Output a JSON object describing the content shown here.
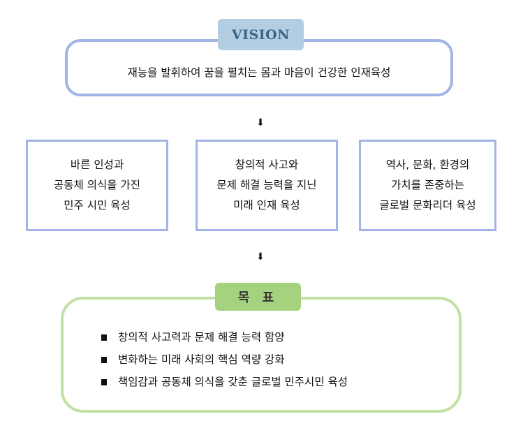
{
  "vision": {
    "label": "VISION",
    "text": "재능을 발휘하여 꿈을 펼치는 몸과 마음이 건강한 인재육성"
  },
  "arrow_glyph": "⬇",
  "aims": [
    {
      "lines": [
        "바른 인성과",
        "공동체 의식을 가진",
        "민주 시민 육성"
      ]
    },
    {
      "lines": [
        "창의적 사고와",
        "문제 해결 능력을 지닌",
        "미래 인재 육성"
      ]
    },
    {
      "lines": [
        "역사, 문화, 환경의",
        "가치를 존중하는",
        "글로벌 문화리더 육성"
      ]
    }
  ],
  "goals": {
    "label": "목 표",
    "items": [
      "창의적 사고력과 문제 해결 능력 함양",
      "변화하는 미래 사회의 핵심 역량 강화",
      "책임감과 공동체 의식을 갖춘 글로벌 민주시민 육성"
    ]
  },
  "colors": {
    "blue_border": "#a3b5e6",
    "vision_label_bg": "#b3cde3",
    "green_border": "#c3e0a4",
    "goal_label_bg": "#a5d27e"
  }
}
